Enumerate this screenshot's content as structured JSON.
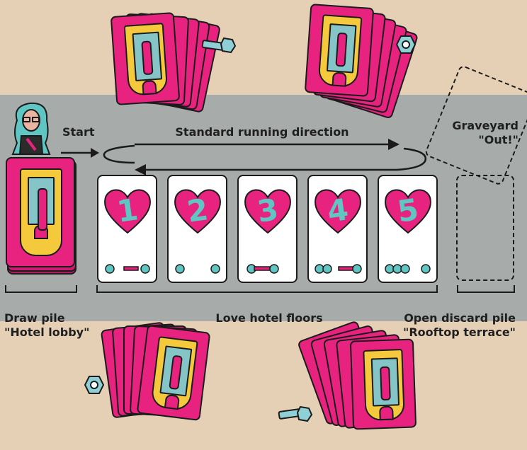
{
  "labels": {
    "start": "Start",
    "direction": "Standard running direction",
    "graveyard_line1": "Graveyard",
    "graveyard_line2": "\"Out!\"",
    "draw_pile_line1": "Draw pile",
    "draw_pile_line2": "\"Hotel lobby\"",
    "floors": "Love hotel floors",
    "discard_line1": "Open discard pile",
    "discard_line2": "\"Rooftop terrace\""
  },
  "floors": [
    {
      "number": "1"
    },
    {
      "number": "2"
    },
    {
      "number": "3"
    },
    {
      "number": "4"
    },
    {
      "number": "5"
    }
  ],
  "colors": {
    "card_pink": "#e8237f",
    "hotel_yellow": "#f4c93b",
    "teal": "#5fc6c4",
    "table_gray": "#a7aba9",
    "background_tan": "#e6d0b5"
  }
}
